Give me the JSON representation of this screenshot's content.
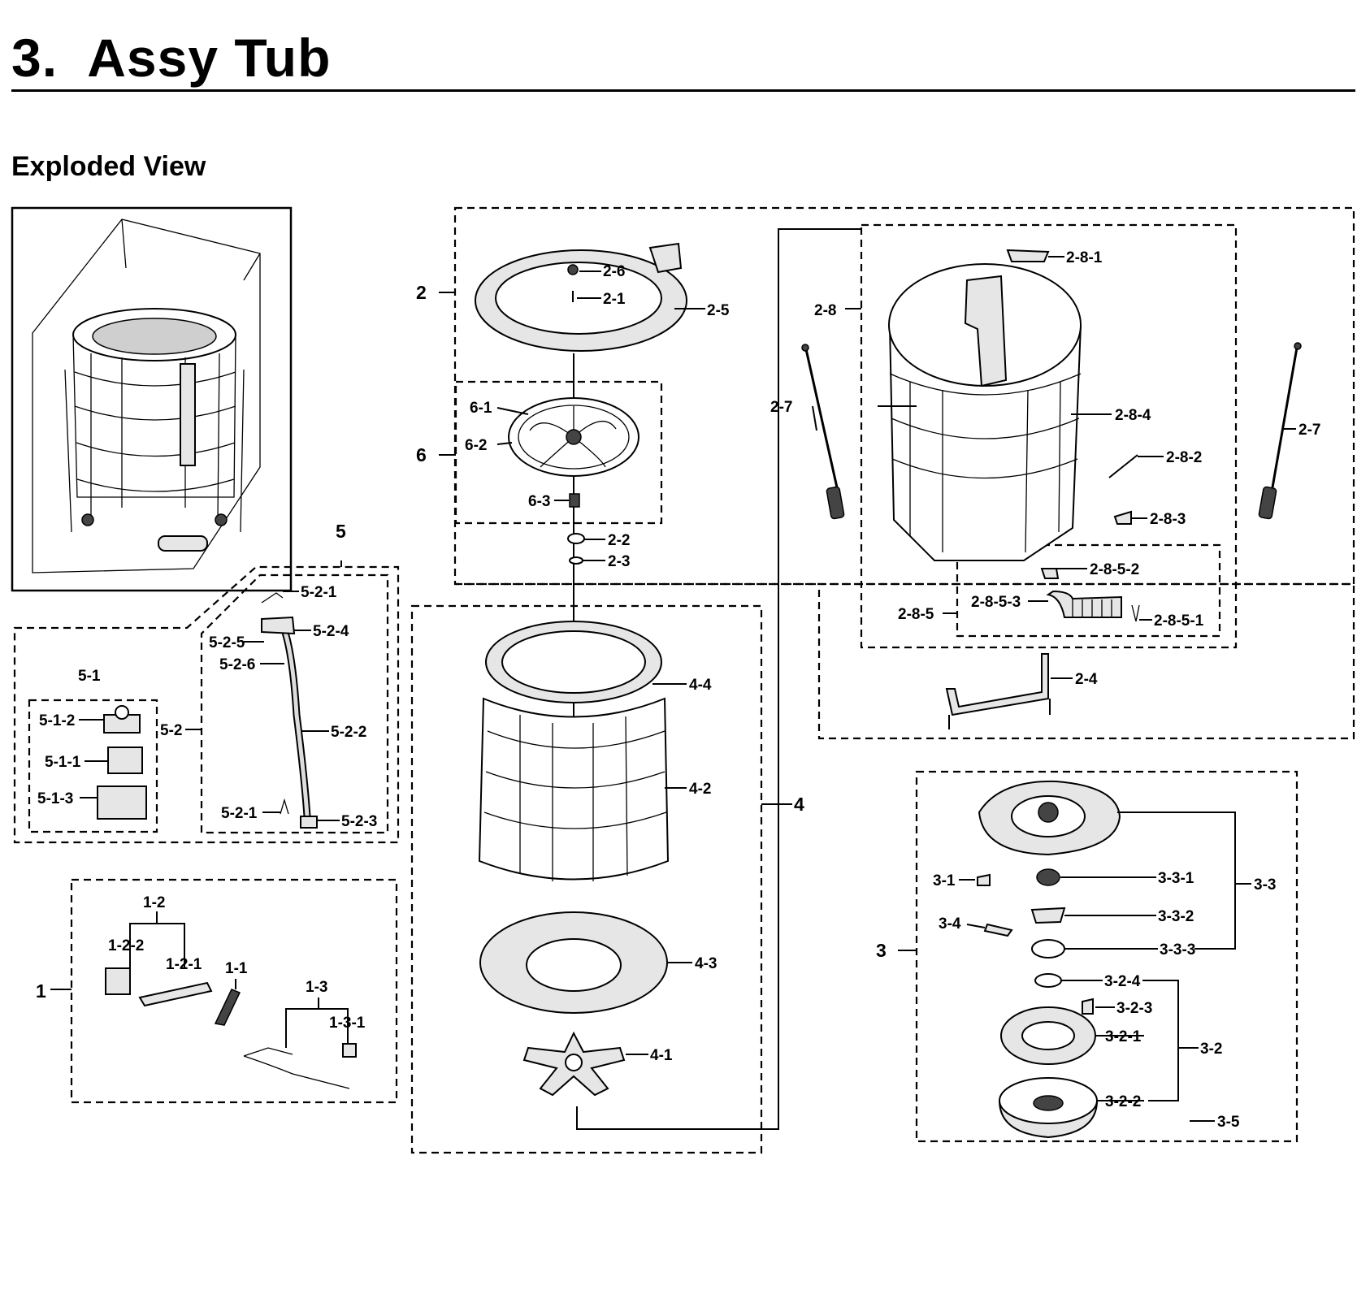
{
  "header": {
    "title": "3.  Assy Tub",
    "subtitle": "Exploded View"
  },
  "groups": {
    "g1": "1",
    "g2": "2",
    "g3": "3",
    "g4": "4",
    "g5": "5",
    "g6": "6",
    "g51": "5-1"
  },
  "labels": {
    "p1_1": "1-1",
    "p1_2": "1-2",
    "p1_2_1": "1-2-1",
    "p1_2_2": "1-2-2",
    "p1_3": "1-3",
    "p1_3_1": "1-3-1",
    "p2_1": "2-1",
    "p2_2": "2-2",
    "p2_3": "2-3",
    "p2_4": "2-4",
    "p2_5": "2-5",
    "p2_6": "2-6",
    "p2_7_left": "2-7",
    "p2_7_right": "2-7",
    "p2_8": "2-8",
    "p2_8_1": "2-8-1",
    "p2_8_2": "2-8-2",
    "p2_8_3": "2-8-3",
    "p2_8_4": "2-8-4",
    "p2_8_5": "2-8-5",
    "p2_8_5_1": "2-8-5-1",
    "p2_8_5_2": "2-8-5-2",
    "p2_8_5_3": "2-8-5-3",
    "p3_1": "3-1",
    "p3_2": "3-2",
    "p3_2_1": "3-2-1",
    "p3_2_2": "3-2-2",
    "p3_2_3": "3-2-3",
    "p3_2_4": "3-2-4",
    "p3_3": "3-3",
    "p3_3_1": "3-3-1",
    "p3_3_2": "3-3-2",
    "p3_3_3": "3-3-3",
    "p3_4": "3-4",
    "p3_5": "3-5",
    "p4_1": "4-1",
    "p4_2": "4-2",
    "p4_3": "4-3",
    "p4_4": "4-4",
    "p5_1_1": "5-1-1",
    "p5_1_2": "5-1-2",
    "p5_1_3": "5-1-3",
    "p5_2": "5-2",
    "p5_2_1_top": "5-2-1",
    "p5_2_1_bottom": "5-2-1",
    "p5_2_2": "5-2-2",
    "p5_2_3": "5-2-3",
    "p5_2_4": "5-2-4",
    "p5_2_5": "5-2-5",
    "p5_2_6": "5-2-6",
    "p6_1": "6-1",
    "p6_2": "6-2",
    "p6_3": "6-3"
  }
}
